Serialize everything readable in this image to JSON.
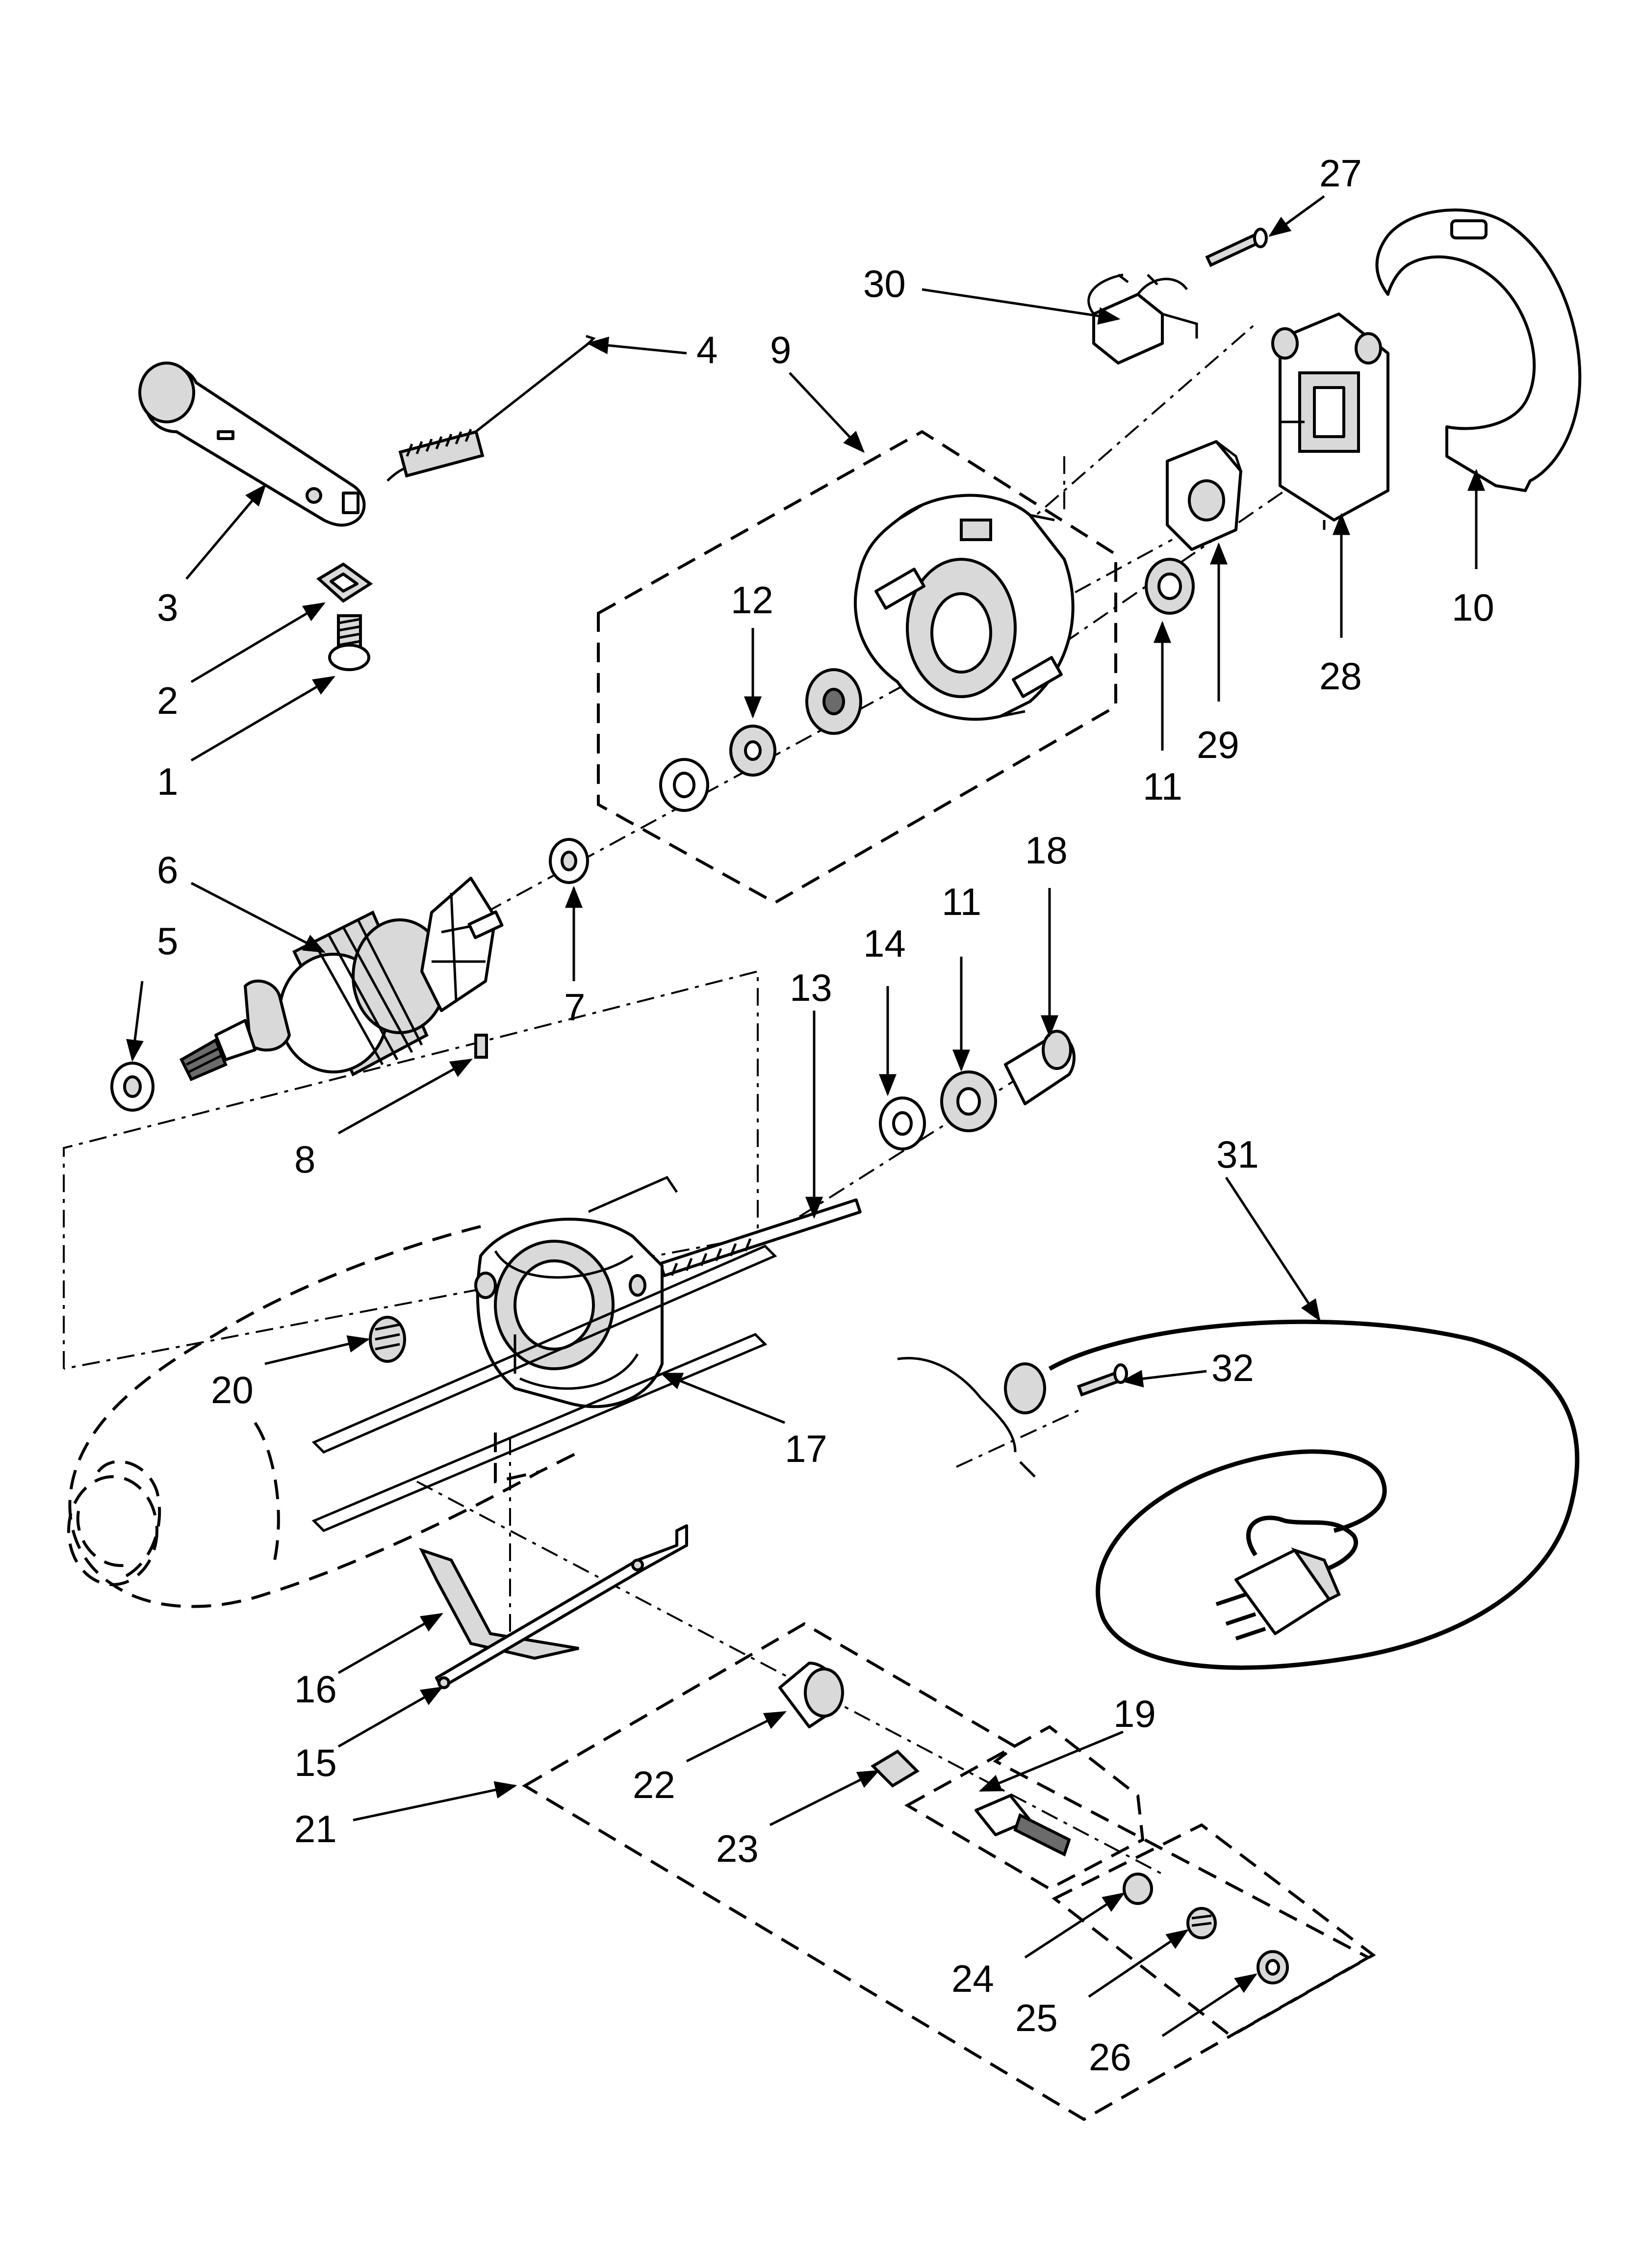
{
  "diagram": {
    "background": "#ffffff",
    "ink": "#000000",
    "callouts": [
      {
        "id": "1",
        "text": "1"
      },
      {
        "id": "2",
        "text": "2"
      },
      {
        "id": "3",
        "text": "3"
      },
      {
        "id": "4",
        "text": "4"
      },
      {
        "id": "5",
        "text": "5"
      },
      {
        "id": "6",
        "text": "6"
      },
      {
        "id": "7",
        "text": "7"
      },
      {
        "id": "8",
        "text": "8"
      },
      {
        "id": "9",
        "text": "9"
      },
      {
        "id": "10",
        "text": "10"
      },
      {
        "id": "11a",
        "text": "11"
      },
      {
        "id": "11b",
        "text": "11"
      },
      {
        "id": "12",
        "text": "12"
      },
      {
        "id": "13",
        "text": "13"
      },
      {
        "id": "14",
        "text": "14"
      },
      {
        "id": "15",
        "text": "15"
      },
      {
        "id": "16",
        "text": "16"
      },
      {
        "id": "17",
        "text": "17"
      },
      {
        "id": "18",
        "text": "18"
      },
      {
        "id": "19",
        "text": "19"
      },
      {
        "id": "20",
        "text": "20"
      },
      {
        "id": "21",
        "text": "21"
      },
      {
        "id": "22",
        "text": "22"
      },
      {
        "id": "23",
        "text": "23"
      },
      {
        "id": "24",
        "text": "24"
      },
      {
        "id": "25",
        "text": "25"
      },
      {
        "id": "26",
        "text": "26"
      },
      {
        "id": "27",
        "text": "27"
      },
      {
        "id": "28",
        "text": "28"
      },
      {
        "id": "29",
        "text": "29"
      },
      {
        "id": "30",
        "text": "30"
      },
      {
        "id": "31",
        "text": "31"
      },
      {
        "id": "32",
        "text": "32"
      }
    ]
  }
}
